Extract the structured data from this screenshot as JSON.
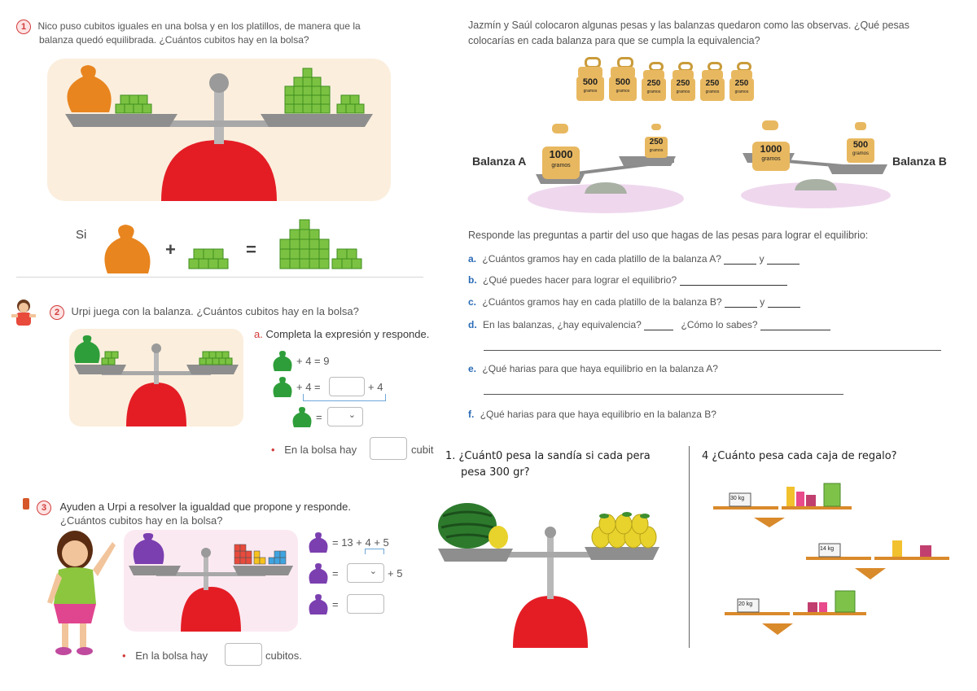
{
  "p1": {
    "number": "1",
    "line1": "Nico puso cubitos iguales en una bolsa y en los platillos, de manera que la",
    "line2": "balanza quedó equilibrada. ¿Cuántos cubitos hay en la bolsa?",
    "si_label": "Si",
    "plus": "+",
    "equals": "="
  },
  "p2": {
    "number": "2",
    "question": "Urpi juega con la balanza. ¿Cuántos cubitos hay en la bolsa?",
    "instr_letter": "a.",
    "instruction": "Completa la expresión y responde.",
    "eq1": "+ 4 = 9",
    "eq2_left": "+ 4 =",
    "eq2_right": "+ 4",
    "eq3": "=",
    "answer_prefix": "En la bolsa hay",
    "answer_suffix": "cubit"
  },
  "p3": {
    "number": "3",
    "line1": "Ayuden a Urpi a resolver la igualdad que propone   y responde.",
    "line2": "¿Cuántos cubitos hay en la bolsa?",
    "eq1": "= 13 + 4 + 5",
    "eq2_left": "=",
    "eq2_right": "+ 5",
    "eq3": "=",
    "answer_prefix": "En la bolsa hay",
    "answer_suffix": "cubitos."
  },
  "right_top": {
    "line1": "Jazmín y Saúl colocaron algunas pesas y las balanzas quedaron como las observas. ¿Qué pesas",
    "line2": "colocarías en cada balanza para que se cumpla la equivalencia?",
    "weights": [
      {
        "value": "500",
        "unit": "gramos"
      },
      {
        "value": "500",
        "unit": "gramos"
      },
      {
        "value": "250",
        "unit": "gramos"
      },
      {
        "value": "250",
        "unit": "gramos"
      },
      {
        "value": "250",
        "unit": "gramos"
      },
      {
        "value": "250",
        "unit": "gramos"
      }
    ],
    "balanza_a": "Balanza A",
    "balanza_b": "Balanza B",
    "a_big": {
      "value": "1000",
      "unit": "gramos"
    },
    "a_small": {
      "value": "250",
      "unit": "gramos"
    },
    "b_big": {
      "value": "1000",
      "unit": "gramos"
    },
    "b_small": {
      "value": "500",
      "unit": "gramos"
    },
    "responde": "Responde las preguntas a partir del uso que hagas de las pesas para lograr el equilibrio:",
    "questions": [
      {
        "letter": "a.",
        "text": "¿Cuántos gramos hay en cada platillo de la balanza A?",
        "tail": "y"
      },
      {
        "letter": "b.",
        "text": "¿Qué puedes hacer para lograr el equilibrio?",
        "tail": ""
      },
      {
        "letter": "c.",
        "text": "¿Cuántos gramos hay en cada platillo de la balanza B?",
        "tail": "y"
      },
      {
        "letter": "d.",
        "text": "En las balanzas, ¿hay equivalencia?",
        "tail": "¿Cómo lo sabes?"
      },
      {
        "letter": "e.",
        "text": "¿Qué harias para que haya equilibrio en la balanza A?",
        "tail": ""
      },
      {
        "letter": "f.",
        "text": "¿Qué harias para que haya equilibrio en la balanza B?",
        "tail": ""
      }
    ]
  },
  "bottom": {
    "q1_line1": "1.  ¿Cuánt0 pesa la sandía si cada pera",
    "q1_line2": "pesa 300 gr?",
    "q4": "4  ¿Cuánto pesa cada caja de regalo?",
    "labels": [
      "30 kg",
      "14 kg",
      "20 kg"
    ]
  }
}
